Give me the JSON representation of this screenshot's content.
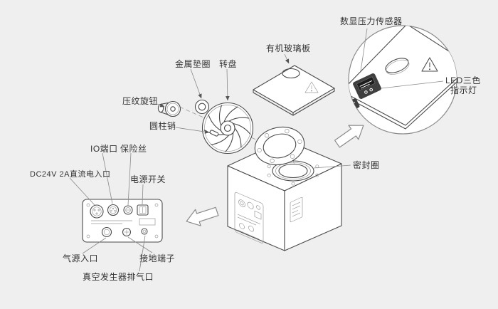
{
  "colors": {
    "background": "#efefef",
    "line": "#4a4a4a",
    "leader": "#8a8a8a",
    "text": "#333333",
    "module": "#3f3f3f"
  },
  "diagram": {
    "labels": {
      "pressure_sensor": "数显压力传感器",
      "led_line1": "LED三色",
      "led_line2": "指示灯",
      "acrylic_plate": "有机玻璃板",
      "metal_washer": "金属垫圈",
      "turntable": "转盘",
      "knurled_knob": "压纹旋钮",
      "cylindrical_pin": "圆柱销",
      "io_port": "IO端口",
      "fuse": "保险丝",
      "dc_input": "DC24V 2A直流电入口",
      "power_switch": "电源开关",
      "seal_ring": "密封圈",
      "air_inlet": "气源入口",
      "ground_terminal": "接地端子",
      "vacuum_exhaust": "真空发生器排气口"
    }
  }
}
